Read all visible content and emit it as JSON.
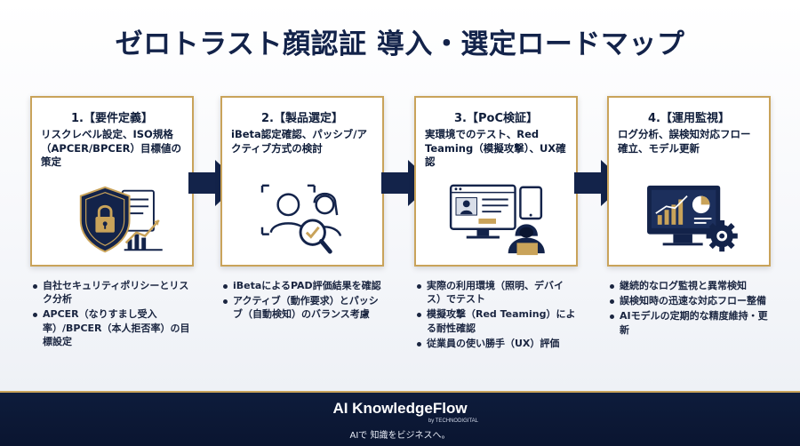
{
  "title": "ゼロトラスト顔認証 導入・選定ロードマップ",
  "colors": {
    "navy": "#0f1d3a",
    "gold": "#c9a35a",
    "background": "#ffffff"
  },
  "steps": [
    {
      "heading": "1.【要件定義】",
      "description": "リスクレベル設定、ISO規格（APCER/BPCER）目標値の策定",
      "icon": "security-shield-lock-icon",
      "bullets": [
        "自社セキュリティポリシーとリスク分析",
        "APCER（なりすまし受入率）/BPCER（本人拒否率）の目標設定"
      ]
    },
    {
      "heading": "2.【製品選定】",
      "description": "iBeta認定確認、パッシブ/アクティブ方式の検討",
      "icon": "face-scan-magnifier-icon",
      "bullets": [
        "iBetaによるPAD評価結果を確認",
        "アクティブ（動作要求）とパッシブ（自動検知）のバランス考慮"
      ]
    },
    {
      "heading": "3.【PoC検証】",
      "description": "実環境でのテスト、Red Teaming（模擬攻撃）、UX確認",
      "icon": "poc-testing-hacker-icon",
      "bullets": [
        "実際の利用環境（照明、デバイス）でテスト",
        "模擬攻撃（Red Teaming）による耐性確認",
        "従業員の使い勝手（UX）評価"
      ]
    },
    {
      "heading": "4.【運用監視】",
      "description": "ログ分析、誤検知対応フロー確立、モデル更新",
      "icon": "monitoring-dashboard-gear-icon",
      "bullets": [
        "継続的なログ監視と異常検知",
        "誤検知時の迅速な対応フロー整備",
        "AIモデルの定期的な精度維持・更新"
      ]
    }
  ],
  "footer": {
    "brand": "AI KnowledgeFlow",
    "brand_by": "by TECHNODIGITAL",
    "tagline": "AIで 知識をビジネスへ。"
  }
}
